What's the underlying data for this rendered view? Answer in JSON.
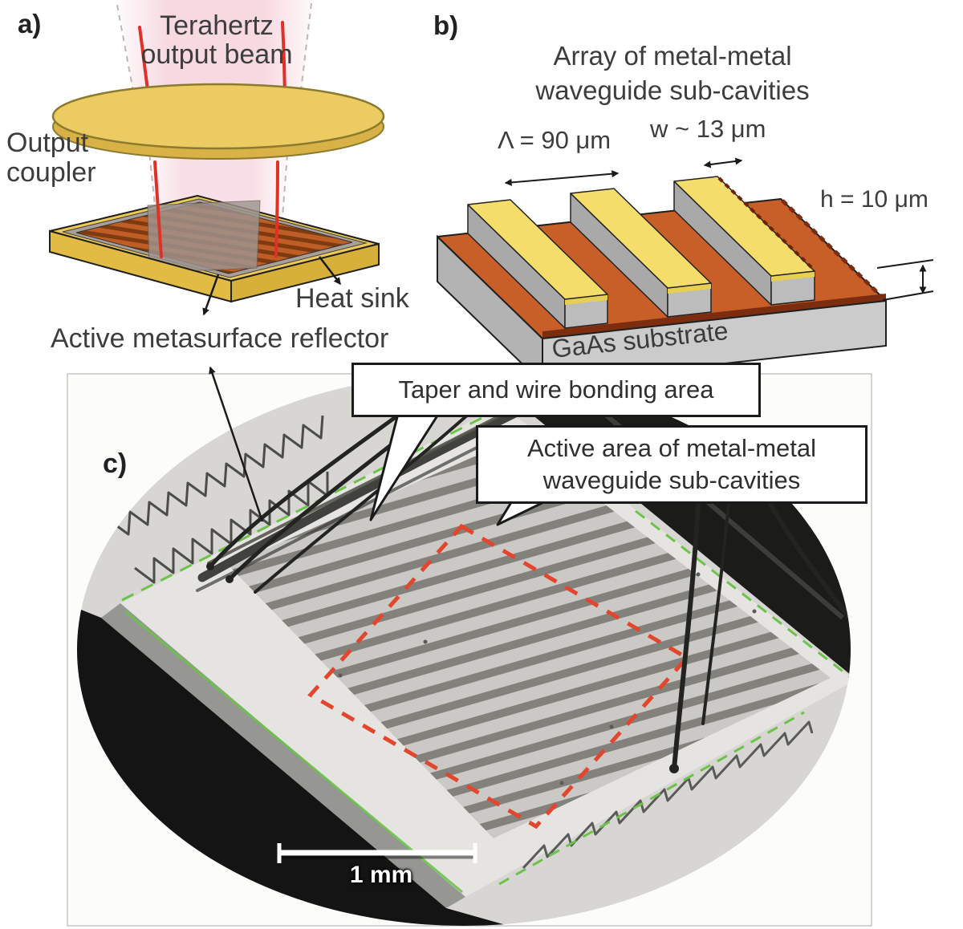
{
  "figure": {
    "panel_a": {
      "label": "a)",
      "beam_label": "Terahertz output beam",
      "output_coupler": "Output coupler",
      "heat_sink": "Heat sink",
      "reflector": "Active metasurface reflector"
    },
    "panel_b": {
      "label": "b)",
      "title": "Array of metal-metal waveguide sub-cavities",
      "dim_lambda": "Λ = 90 μm",
      "dim_w": "w ~ 13 μm",
      "dim_h": "h = 10 μm",
      "substrate": "GaAs substrate"
    },
    "panel_c": {
      "label": "c)",
      "callout_taper": "Taper and wire bonding area",
      "callout_active": "Active area of metal-metal waveguide sub-cavities",
      "scale_bar": "1 mm"
    },
    "colors": {
      "gold": "#ecca55",
      "orange_layer": "#c85e28",
      "beam_pink": "#f6d7de",
      "beam_red": "#e03127",
      "chip_outline_green": "#6cc24a",
      "active_area_red": "#e2472e"
    }
  }
}
